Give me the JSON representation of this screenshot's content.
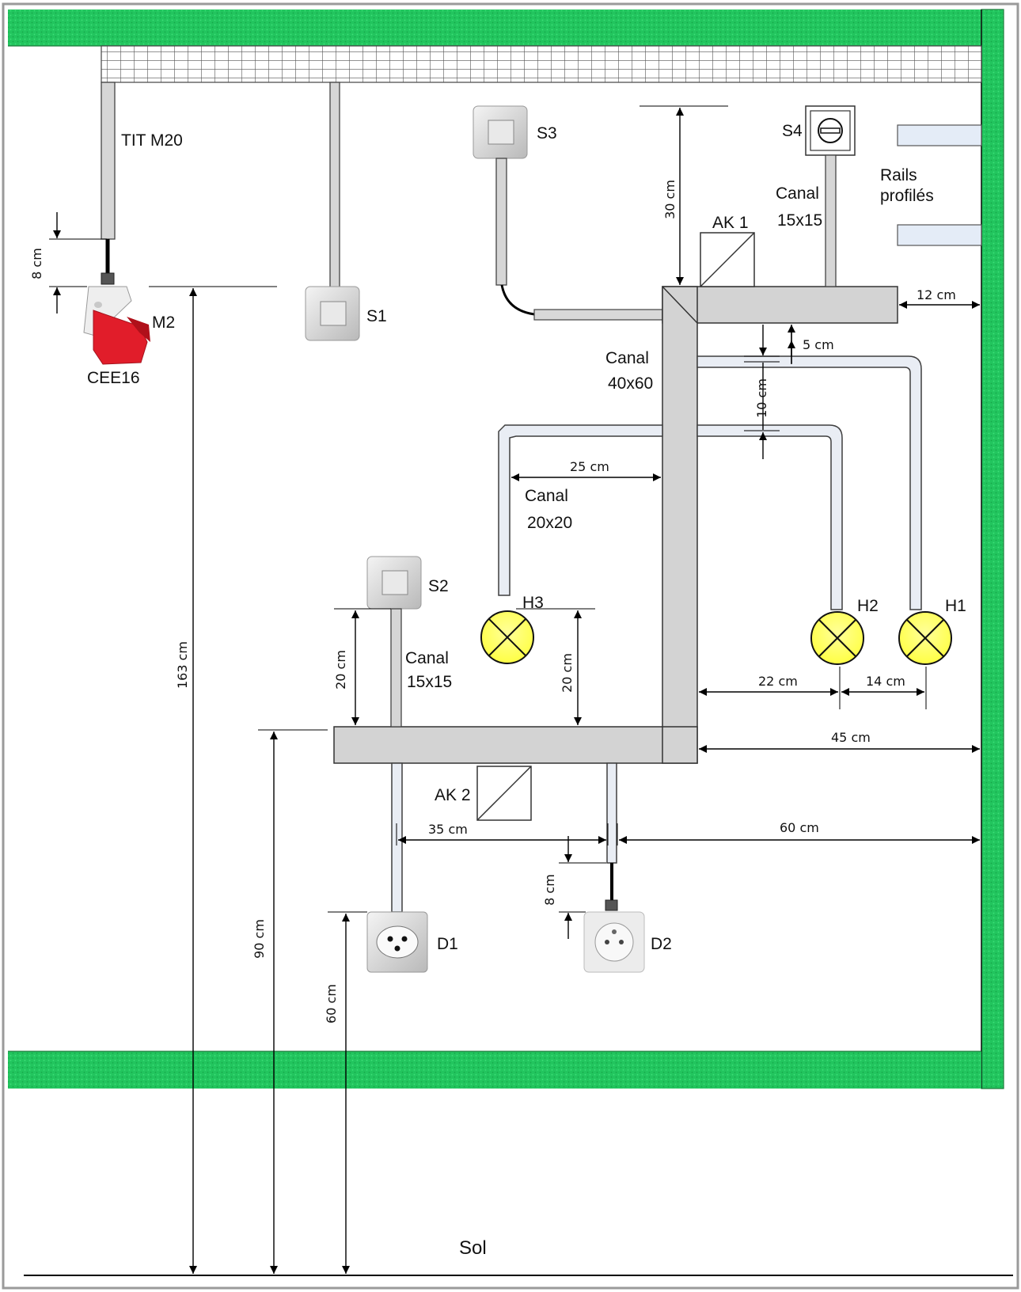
{
  "colors": {
    "wall_green": "#22c55e",
    "duct_gray": "#d3d3d3",
    "lamp_yellow": "#ffff66",
    "cee_red": "#e11d2a",
    "rail_blue": "#e4ecf7"
  },
  "labels": {
    "tit": "TIT M20",
    "m2": "M2",
    "cee16": "CEE16",
    "s1": "S1",
    "s2": "S2",
    "s3": "S3",
    "s4": "S4",
    "ak1": "AK 1",
    "ak2": "AK 2",
    "canal_15x15_top_a": "Canal",
    "canal_15x15_top_b": "15x15",
    "rails_a": "Rails",
    "rails_b": "profilés",
    "canal_40x60_a": "Canal",
    "canal_40x60_b": "40x60",
    "canal_20x20_a": "Canal",
    "canal_20x20_b": "20x20",
    "canal_15x15_low_a": "Canal",
    "canal_15x15_low_b": "15x15",
    "h1": "H1",
    "h2": "H2",
    "h3": "H3",
    "d1": "D1",
    "d2": "D2",
    "sol": "Sol"
  },
  "dimensions": {
    "d_8cm_top": "8 cm",
    "d_163cm": "163 cm",
    "d_30cm": "30 cm",
    "d_12cm": "12 cm",
    "d_5cm": "5 cm",
    "d_10cm": "10 cm",
    "d_25cm": "25 cm",
    "d_20cm_s2": "20 cm",
    "d_20cm_h3": "20 cm",
    "d_22cm": "22 cm",
    "d_14cm": "14 cm",
    "d_45cm": "45 cm",
    "d_35cm": "35 cm",
    "d_60cm_h": "60 cm",
    "d_8cm_low": "8 cm",
    "d_90cm": "90 cm",
    "d_60cm_v": "60 cm"
  },
  "icons": [
    "switch-icon",
    "rotary-switch-icon",
    "lamp-icon",
    "socket-icon",
    "cee-plug-icon",
    "junction-box-icon",
    "arrow-icon"
  ]
}
